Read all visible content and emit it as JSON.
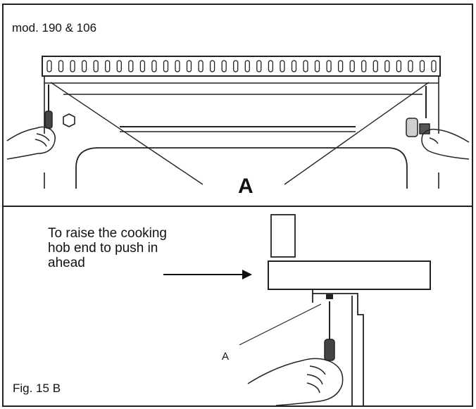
{
  "top_panel": {
    "model_label": "mod. 190 & 106",
    "callout_label": "A",
    "vent_slot_count": 34
  },
  "bottom_panel": {
    "instruction_lines": [
      "To raise the cooking",
      "hob end to push in",
      "ahead"
    ],
    "screw_label": "A",
    "figure_caption": "Fig. 15 B"
  }
}
